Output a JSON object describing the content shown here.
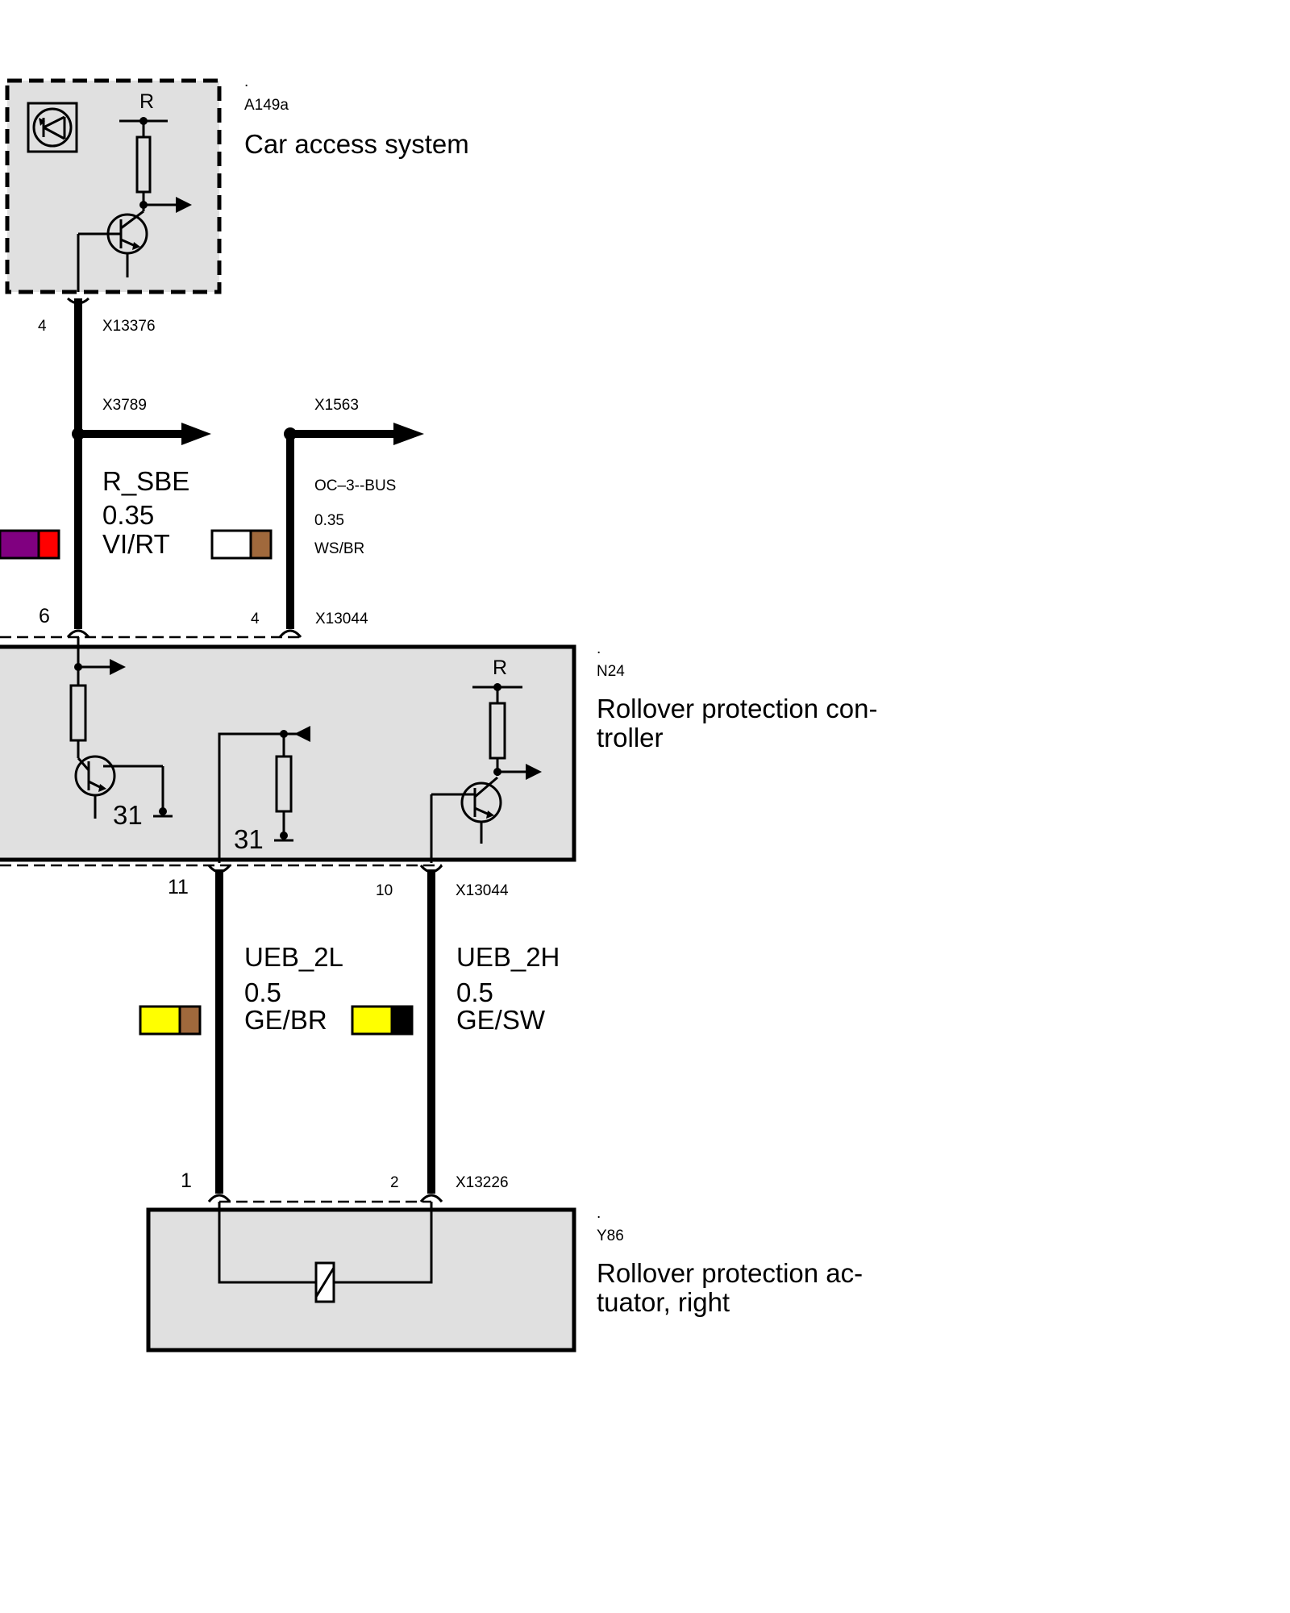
{
  "components": {
    "a149a": {
      "dot": ".",
      "code": "A149a",
      "name": "Car access system",
      "r_label": "R"
    },
    "n24": {
      "dot": ".",
      "code": "N24",
      "name_line1": "Rollover protection con-",
      "name_line2": "troller",
      "r_label": "R",
      "ground_label_1": "31",
      "ground_label_2": "31"
    },
    "y86": {
      "dot": ".",
      "code": "Y86",
      "name_line1": "Rollover protection ac-",
      "name_line2": "tuator, right"
    }
  },
  "connectors": {
    "x13376": {
      "label": "X13376",
      "pin": "4"
    },
    "x3789": {
      "label": "X3789"
    },
    "x1563": {
      "label": "X1563"
    },
    "x13044_top": {
      "label": "X13044",
      "pin_left": "6",
      "pin_right": "4"
    },
    "x13044_bottom": {
      "label": "X13044",
      "pin_left": "11",
      "pin_right": "10"
    },
    "x13226": {
      "label": "X13226",
      "pin_left": "1",
      "pin_right": "2"
    }
  },
  "wires": {
    "r_sbe": {
      "name": "R_SBE",
      "gauge": "0.35",
      "color_code": "VI/RT",
      "colors": [
        "#800080",
        "#ff0000"
      ]
    },
    "oc3bus": {
      "name": "OC–3--BUS",
      "gauge": "0.35",
      "color_code": "WS/BR",
      "colors": [
        "#ffffff",
        "#a0693c"
      ]
    },
    "ueb_2l": {
      "name": "UEB_2L",
      "gauge": "0.5",
      "color_code": "GE/BR",
      "colors": [
        "#ffff00",
        "#a0693c"
      ]
    },
    "ueb_2h": {
      "name": "UEB_2H",
      "gauge": "0.5",
      "color_code": "GE/SW",
      "colors": [
        "#ffff00",
        "#000000"
      ]
    }
  }
}
